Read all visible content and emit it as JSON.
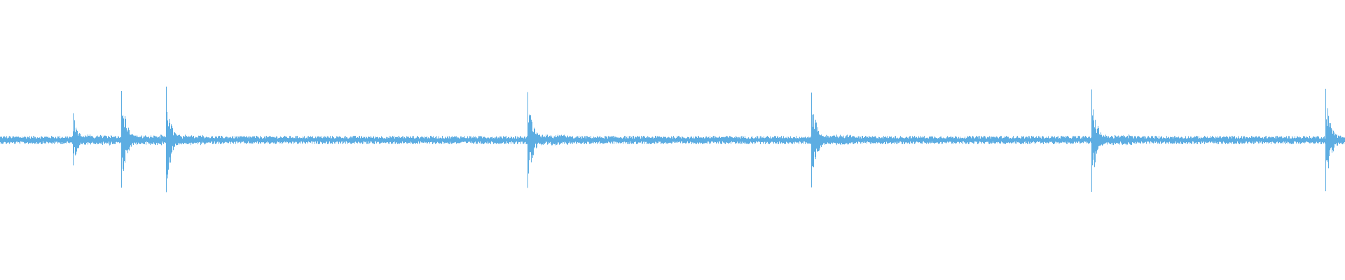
{
  "chart_data": {
    "type": "waveform",
    "title": "",
    "xlabel": "",
    "ylabel": "",
    "ylim": [
      -1,
      1
    ],
    "grid": false,
    "legend": "none",
    "color": "#5dade2",
    "background": "#ffffff",
    "baseline_noise_amplitude": 0.025,
    "transients": [
      {
        "t": 0.054,
        "peak_up": 0.2,
        "peak_down": 0.19
      },
      {
        "t": 0.09,
        "peak_up": 0.36,
        "peak_down": 0.35
      },
      {
        "t": 0.123,
        "peak_up": 0.43,
        "peak_down": 0.42
      },
      {
        "t": 0.392,
        "peak_up": 0.36,
        "peak_down": 0.36
      },
      {
        "t": 0.603,
        "peak_up": 0.35,
        "peak_down": 0.35
      },
      {
        "t": 0.811,
        "peak_up": 0.41,
        "peak_down": 0.42
      },
      {
        "t": 0.985,
        "peak_up": 0.41,
        "peak_down": 0.41
      }
    ]
  }
}
